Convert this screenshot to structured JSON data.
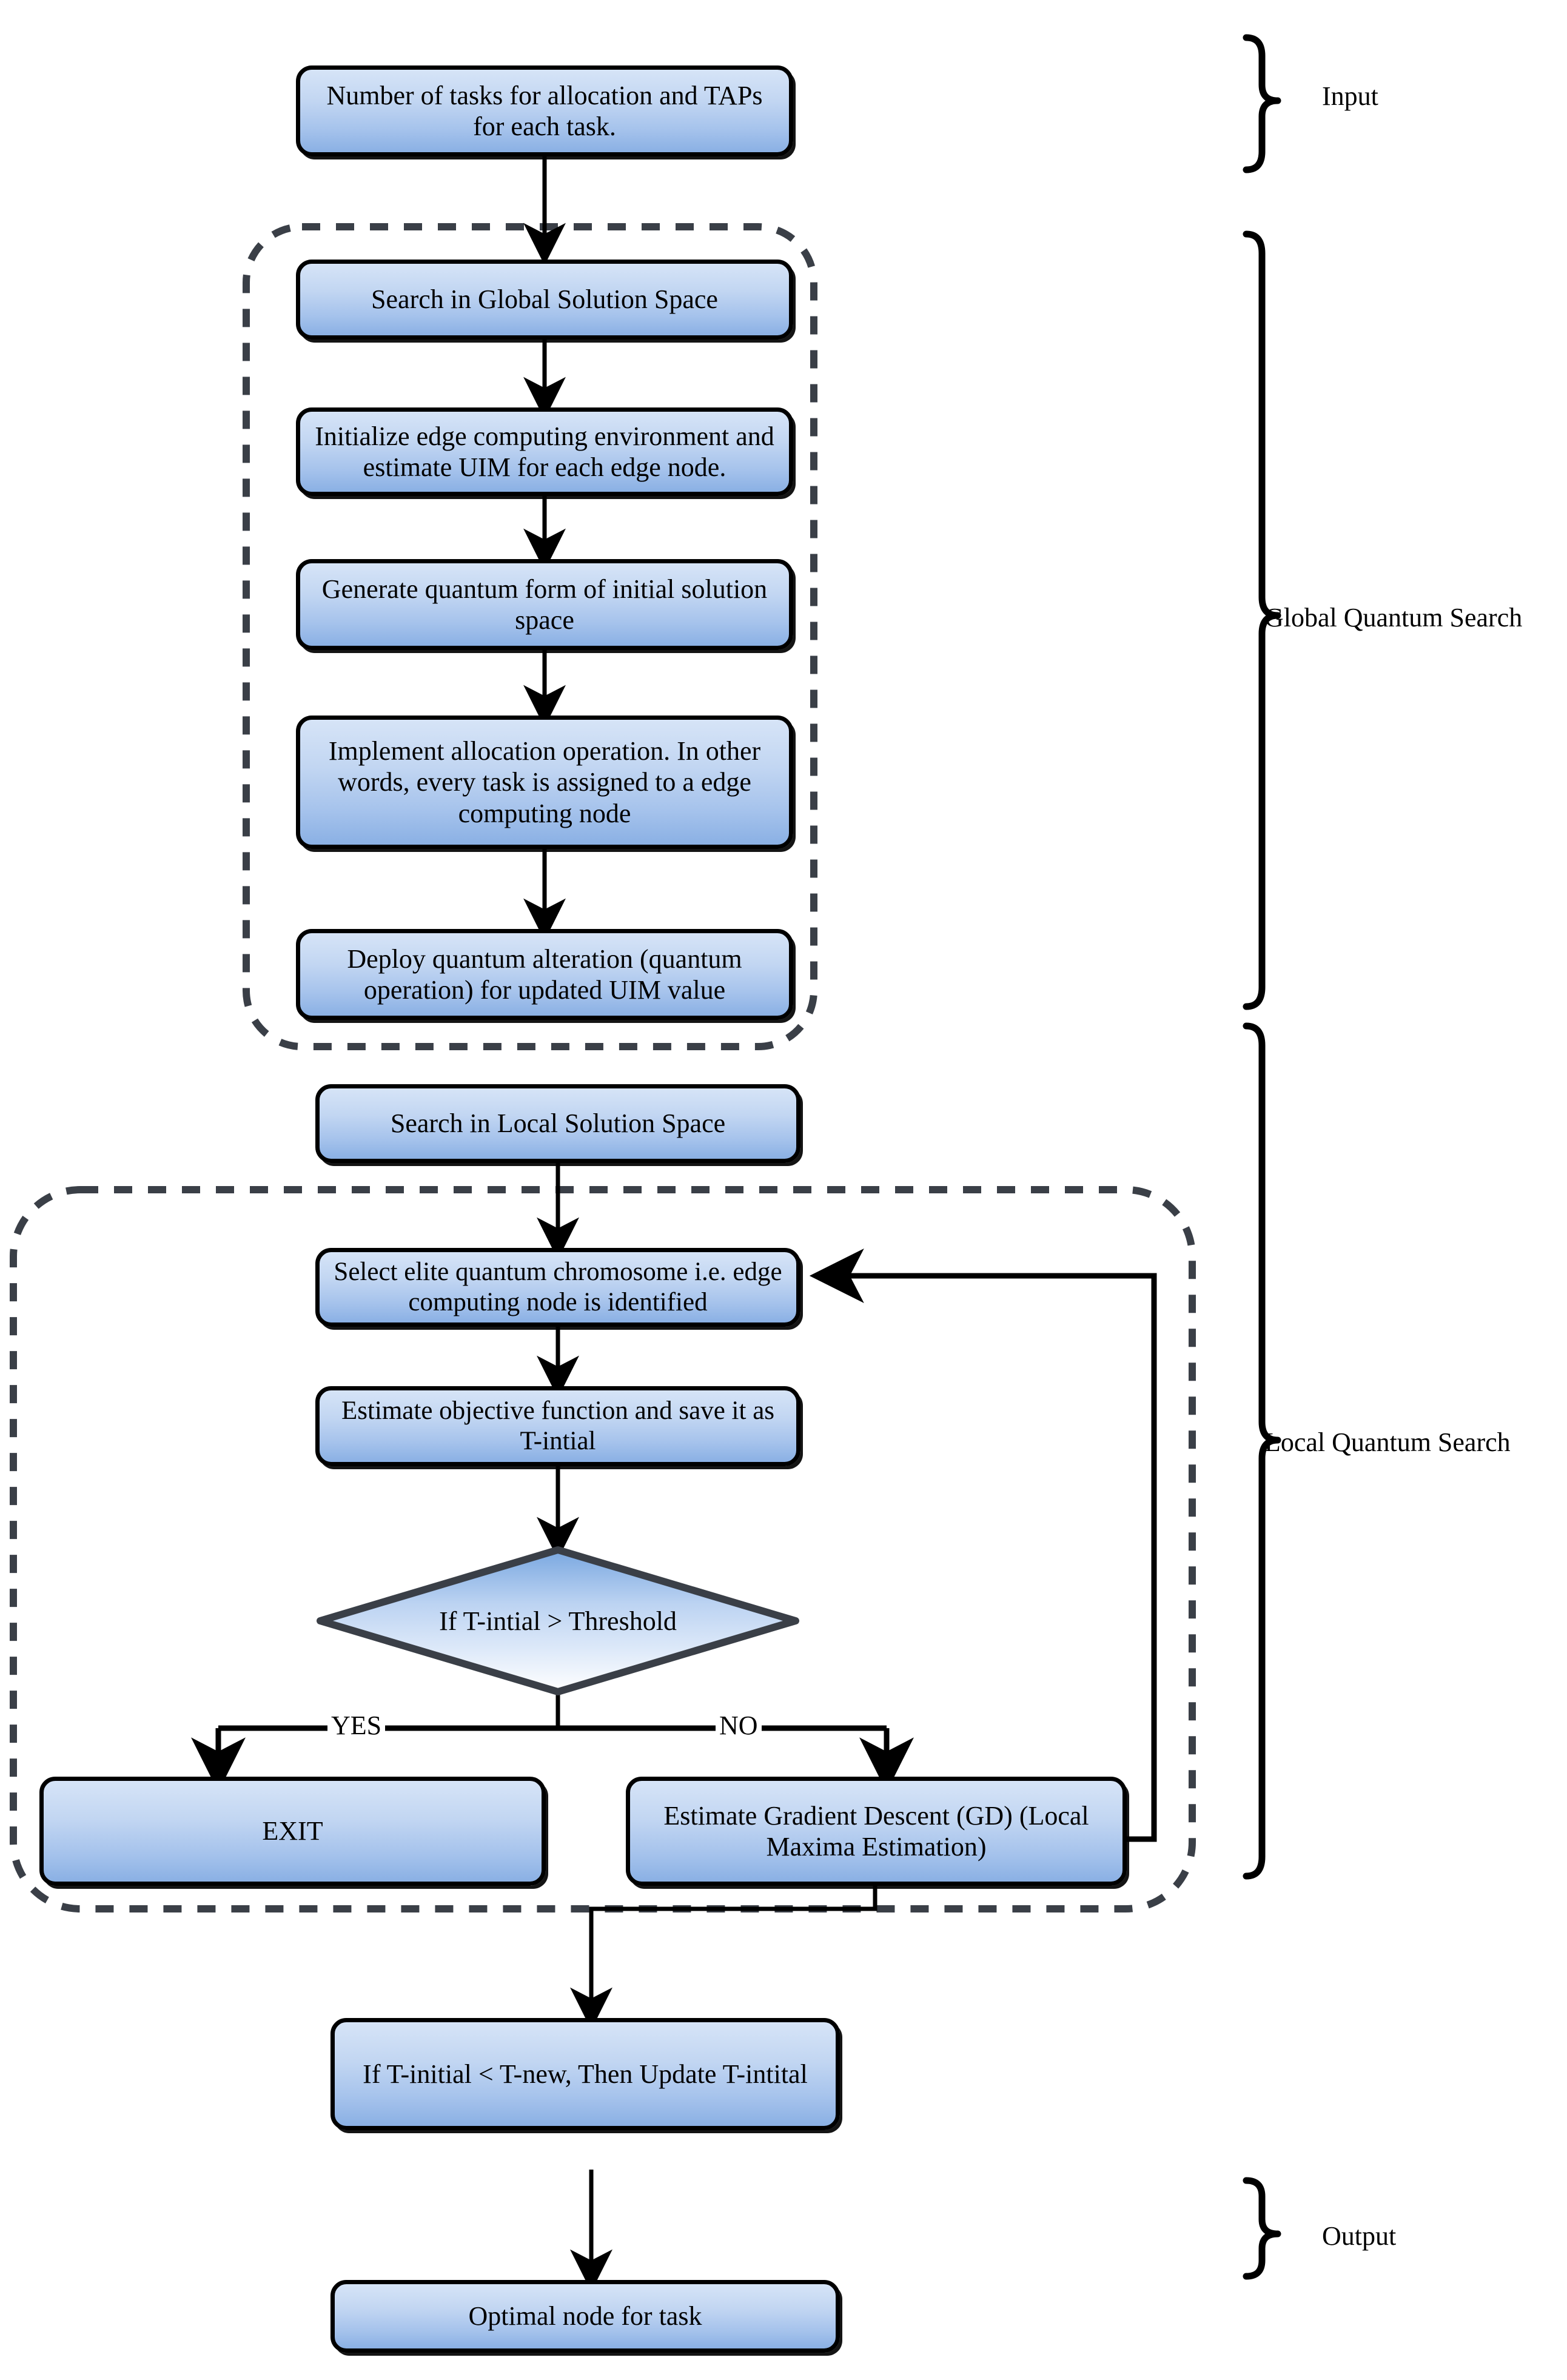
{
  "diagram": {
    "title_present": false,
    "colors": {
      "node_fill_top": "#d6e4f7",
      "node_fill_bottom": "#8ab0e4",
      "node_border": "#000000",
      "dashed_group_border": "#3a3f47",
      "connector": "#000000",
      "text": "#000000",
      "background": "#ffffff"
    },
    "nodes": [
      {
        "id": "input-tasks",
        "label": "Number of tasks for allocation and TAPs for each task.",
        "shape": "rounded-rect"
      },
      {
        "id": "search-global",
        "label": "Search in Global Solution Space",
        "shape": "rounded-rect"
      },
      {
        "id": "init-edge",
        "label": "Initialize edge computing environment and estimate UIM for each edge node.",
        "shape": "rounded-rect"
      },
      {
        "id": "generate-quantum",
        "label": "Generate quantum form of initial solution space",
        "shape": "rounded-rect"
      },
      {
        "id": "implement-alloc",
        "label": "Implement allocation operation. In other words, every task is  assigned to a edge computing node",
        "shape": "rounded-rect"
      },
      {
        "id": "deploy-alteration",
        "label": "Deploy quantum alteration (quantum operation) for updated UIM value",
        "shape": "rounded-rect"
      },
      {
        "id": "search-local",
        "label": "Search in Local Solution Space",
        "shape": "rounded-rect"
      },
      {
        "id": "select-elite",
        "label": "Select elite quantum chromosome i.e. edge computing node is  identified",
        "shape": "rounded-rect"
      },
      {
        "id": "estimate-objective",
        "label": "Estimate objective function and save it as T-intial",
        "shape": "rounded-rect"
      },
      {
        "id": "decision-threshold",
        "label": "If T-intial > Threshold",
        "shape": "diamond"
      },
      {
        "id": "exit",
        "label": "EXIT",
        "shape": "rounded-rect"
      },
      {
        "id": "gradient-descent",
        "label": "Estimate Gradient Descent (GD) (Local Maxima Estimation)",
        "shape": "rounded-rect"
      },
      {
        "id": "update-tinitial",
        "label": "If T-initial < T-new, Then Update T-intital",
        "shape": "rounded-rect"
      },
      {
        "id": "optimal-node",
        "label": "Optimal node  for  task",
        "shape": "rounded-rect"
      }
    ],
    "edge_labels": {
      "yes": "YES",
      "no": "NO"
    },
    "groups": [
      {
        "id": "global-group",
        "style": "dashed-rounded"
      },
      {
        "id": "local-group",
        "style": "dashed-rounded"
      }
    ],
    "braces": [
      {
        "id": "brace-input",
        "label": "Input"
      },
      {
        "id": "brace-global",
        "label": "Global Quantum Search"
      },
      {
        "id": "brace-local",
        "label": "Local Quantum Search"
      },
      {
        "id": "brace-output",
        "label": "Output"
      }
    ]
  }
}
